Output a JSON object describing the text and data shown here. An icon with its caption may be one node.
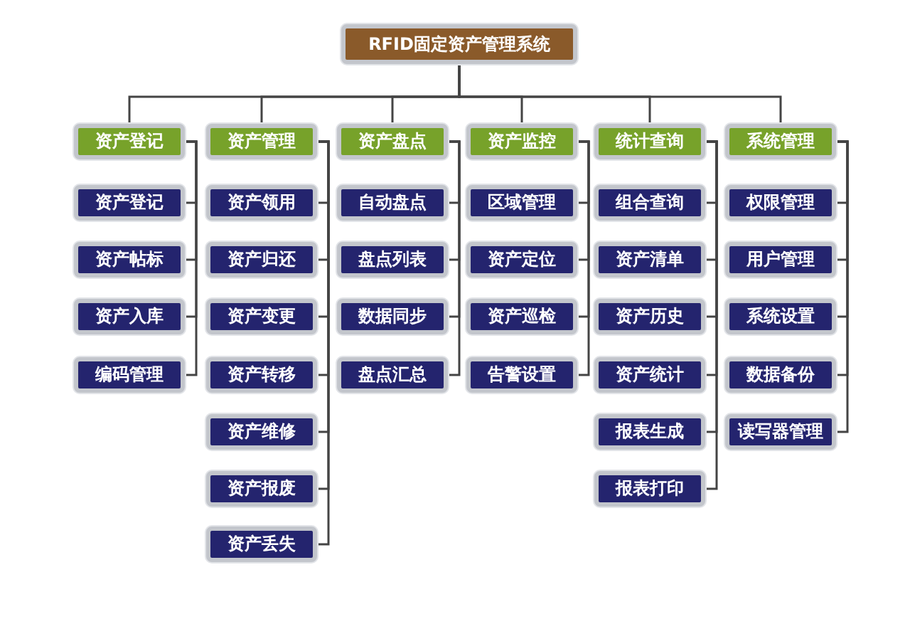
{
  "diagram": {
    "nodes": [
      {
        "text": [
          "RFID固定资产管理系统"
        ]
      },
      {
        "text": [
          "资产登记"
        ]
      },
      {
        "text": [
          "资产登记"
        ]
      },
      {
        "text": [
          "资产帖标"
        ]
      },
      {
        "text": [
          "资产入库"
        ]
      },
      {
        "text": [
          "编码管理"
        ]
      },
      {
        "text": [
          "资产管理"
        ]
      },
      {
        "text": [
          "资产领用"
        ]
      },
      {
        "text": [
          "资产归还"
        ]
      },
      {
        "text": [
          "资产变更"
        ]
      },
      {
        "text": [
          "资产转移"
        ]
      },
      {
        "text": [
          "资产维修"
        ]
      },
      {
        "text": [
          "资产报废"
        ]
      },
      {
        "text": [
          "资产丢失"
        ]
      },
      {
        "text": [
          "资产盘点"
        ]
      },
      {
        "text": [
          "自动盘点"
        ]
      },
      {
        "text": [
          "盘点列表"
        ]
      },
      {
        "text": [
          "数据同步"
        ]
      },
      {
        "text": [
          "盘点汇总"
        ]
      },
      {
        "text": [
          "资产监控"
        ]
      },
      {
        "text": [
          "区域管理"
        ]
      },
      {
        "text": [
          "资产定位"
        ]
      },
      {
        "text": [
          "资产巡检"
        ]
      },
      {
        "text": [
          "告警设置"
        ]
      },
      {
        "text": [
          "统计查询"
        ]
      },
      {
        "text": [
          "组合查询"
        ]
      },
      {
        "text": [
          "资产清单"
        ]
      },
      {
        "text": [
          "资产历史"
        ]
      },
      {
        "text": [
          "资产统计"
        ]
      },
      {
        "text": [
          "报表生成"
        ]
      },
      {
        "text": [
          "报表打印"
        ]
      },
      {
        "text": [
          "系统管理"
        ]
      },
      {
        "text": [
          "权限管理"
        ]
      },
      {
        "text": [
          "用户管理"
        ]
      },
      {
        "text": [
          "系统设置"
        ]
      },
      {
        "text": [
          "数据备份"
        ]
      },
      {
        "text": [
          "读写器管理"
        ]
      }
    ],
    "edges": [
      {
        "from": 0,
        "to": 1,
        "arrow": "none"
      },
      {
        "from": 0,
        "to": 6,
        "arrow": "none"
      },
      {
        "from": 0,
        "to": 14,
        "arrow": "none"
      },
      {
        "from": 0,
        "to": 19,
        "arrow": "none"
      },
      {
        "from": 0,
        "to": 24,
        "arrow": "none"
      },
      {
        "from": 0,
        "to": 31,
        "arrow": "none"
      },
      {
        "from": 1,
        "to": 2,
        "arrow": "none"
      },
      {
        "from": 1,
        "to": 3,
        "arrow": "none"
      },
      {
        "from": 1,
        "to": 4,
        "arrow": "none"
      },
      {
        "from": 1,
        "to": 5,
        "arrow": "none"
      },
      {
        "from": 6,
        "to": 7,
        "arrow": "none"
      },
      {
        "from": 6,
        "to": 8,
        "arrow": "none"
      },
      {
        "from": 6,
        "to": 9,
        "arrow": "none"
      },
      {
        "from": 6,
        "to": 10,
        "arrow": "none"
      },
      {
        "from": 6,
        "to": 11,
        "arrow": "none"
      },
      {
        "from": 6,
        "to": 12,
        "arrow": "none"
      },
      {
        "from": 6,
        "to": 13,
        "arrow": "none"
      },
      {
        "from": 14,
        "to": 15,
        "arrow": "none"
      },
      {
        "from": 14,
        "to": 16,
        "arrow": "none"
      },
      {
        "from": 14,
        "to": 17,
        "arrow": "none"
      },
      {
        "from": 14,
        "to": 18,
        "arrow": "none"
      },
      {
        "from": 19,
        "to": 20,
        "arrow": "none"
      },
      {
        "from": 19,
        "to": 21,
        "arrow": "none"
      },
      {
        "from": 19,
        "to": 22,
        "arrow": "none"
      },
      {
        "from": 19,
        "to": 23,
        "arrow": "none"
      },
      {
        "from": 24,
        "to": 25,
        "arrow": "none"
      },
      {
        "from": 24,
        "to": 26,
        "arrow": "none"
      },
      {
        "from": 24,
        "to": 27,
        "arrow": "none"
      },
      {
        "from": 24,
        "to": 28,
        "arrow": "none"
      },
      {
        "from": 24,
        "to": 29,
        "arrow": "none"
      },
      {
        "from": 24,
        "to": 30,
        "arrow": "none"
      },
      {
        "from": 31,
        "to": 32,
        "arrow": "none"
      },
      {
        "from": 31,
        "to": 33,
        "arrow": "none"
      },
      {
        "from": 31,
        "to": 34,
        "arrow": "none"
      },
      {
        "from": 31,
        "to": 35,
        "arrow": "none"
      },
      {
        "from": 31,
        "to": 36,
        "arrow": "none"
      }
    ]
  }
}
